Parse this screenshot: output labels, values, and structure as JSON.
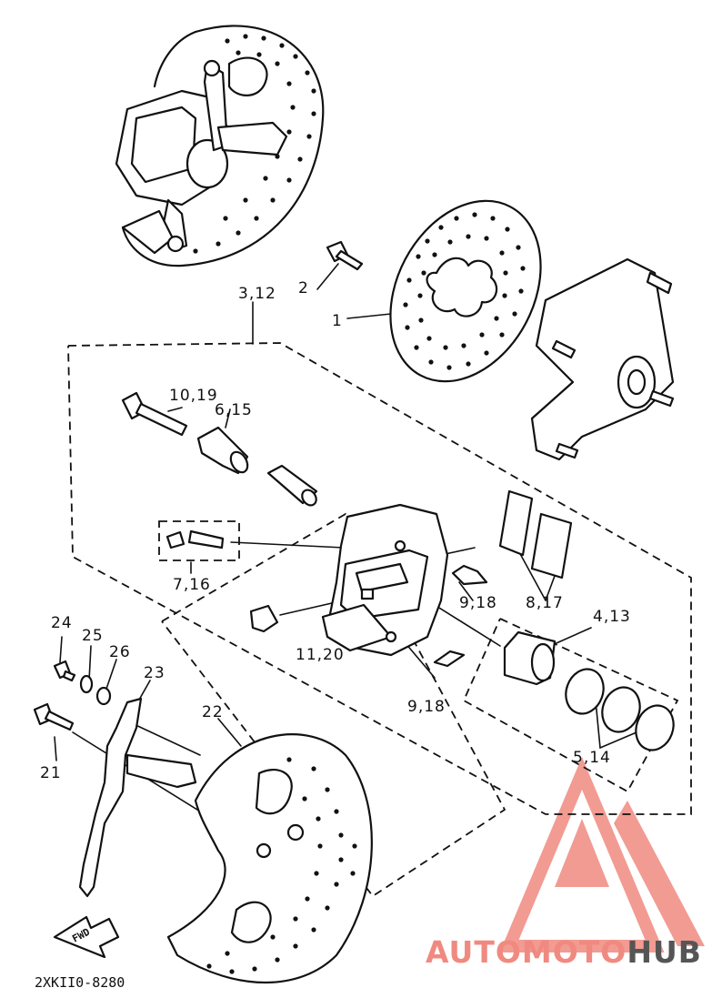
{
  "labels": {
    "p1": "1",
    "p2": "2",
    "p3_12": "3,12",
    "p4_13": "4,13",
    "p5_14": "5,14",
    "p6_15": "6,15",
    "p7_16": "7,16",
    "p8_17": "8,17",
    "p9_18_a": "9,18",
    "p9_18_b": "9,18",
    "p10_19": "10,19",
    "p11_20": "11,20",
    "p21": "21",
    "p22": "22",
    "p23": "23",
    "p24": "24",
    "p25": "25",
    "p26": "26"
  },
  "fwd_label": "FWD",
  "drawing_code": "2XKII0-8280",
  "watermark": {
    "part1": "AUTO",
    "part2": "MOTO",
    "part3": "HUB",
    "color_primary": "#f08a80",
    "color_secondary": "#555555"
  }
}
